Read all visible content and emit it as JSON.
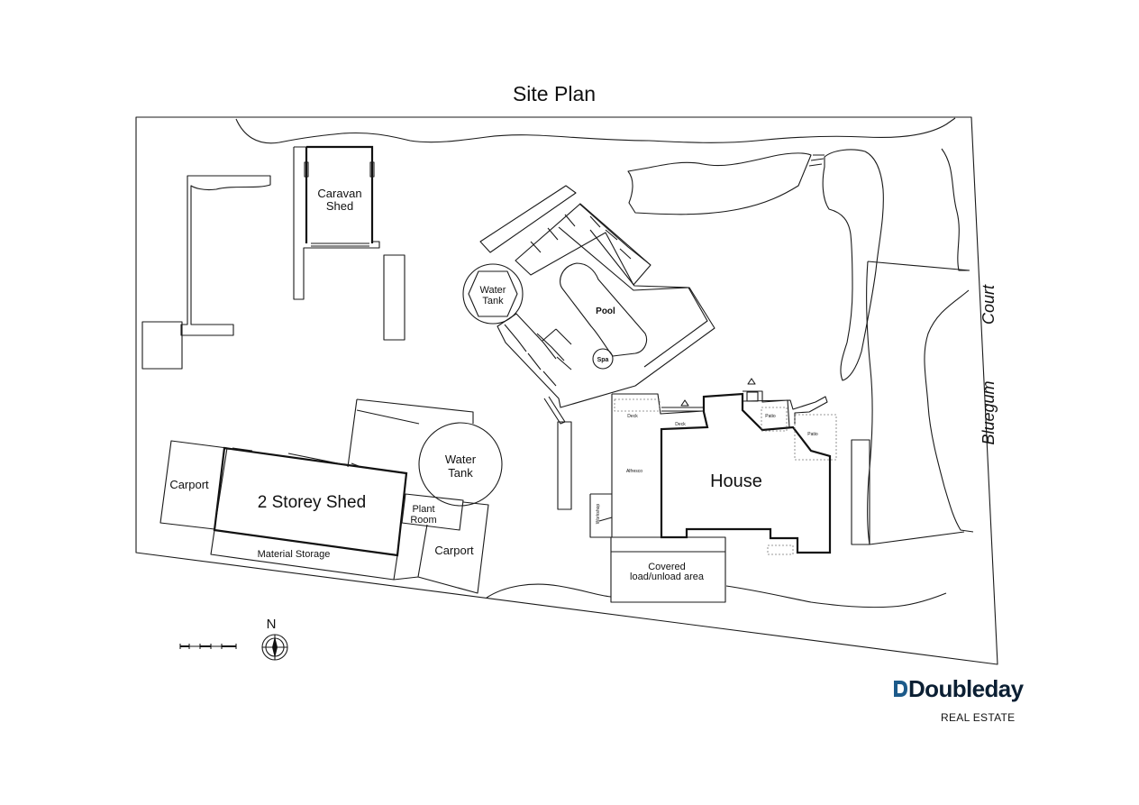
{
  "title": "Site Plan",
  "street": {
    "line1": "Bluegum",
    "line2": "Court"
  },
  "labels": {
    "caravan_shed_1": "Caravan",
    "caravan_shed_2": "Shed",
    "water_tank_1": "Water",
    "water_tank_2": "Tank",
    "pool": "Pool",
    "spa": "Spa",
    "water_tank_large_1": "Water",
    "water_tank_large_2": "Tank",
    "carport_left": "Carport",
    "two_storey_shed": "2 Storey Shed",
    "plant_room_1": "Plant",
    "plant_room_2": "Room",
    "material_storage": "Material Storage",
    "carport_right": "Carport",
    "house": "House",
    "deck_1": "Deck",
    "deck_2": "Deck",
    "alfresco": "Alfresco",
    "workshop": "Workshop",
    "patio_1": "Patio",
    "patio_2": "Patio",
    "covered_1": "Covered",
    "covered_2": "load/unload area"
  },
  "compass": {
    "north": "N"
  },
  "brand": {
    "name": "Doubleday",
    "sub": "REAL ESTATE",
    "color": "#1c5a8a",
    "text_color": "#0b1f33"
  },
  "icons": {
    "compass": "compass-icon",
    "scale_bar": "scale-bar-icon",
    "logo_mark": "doubleday-logo-mark-icon"
  }
}
